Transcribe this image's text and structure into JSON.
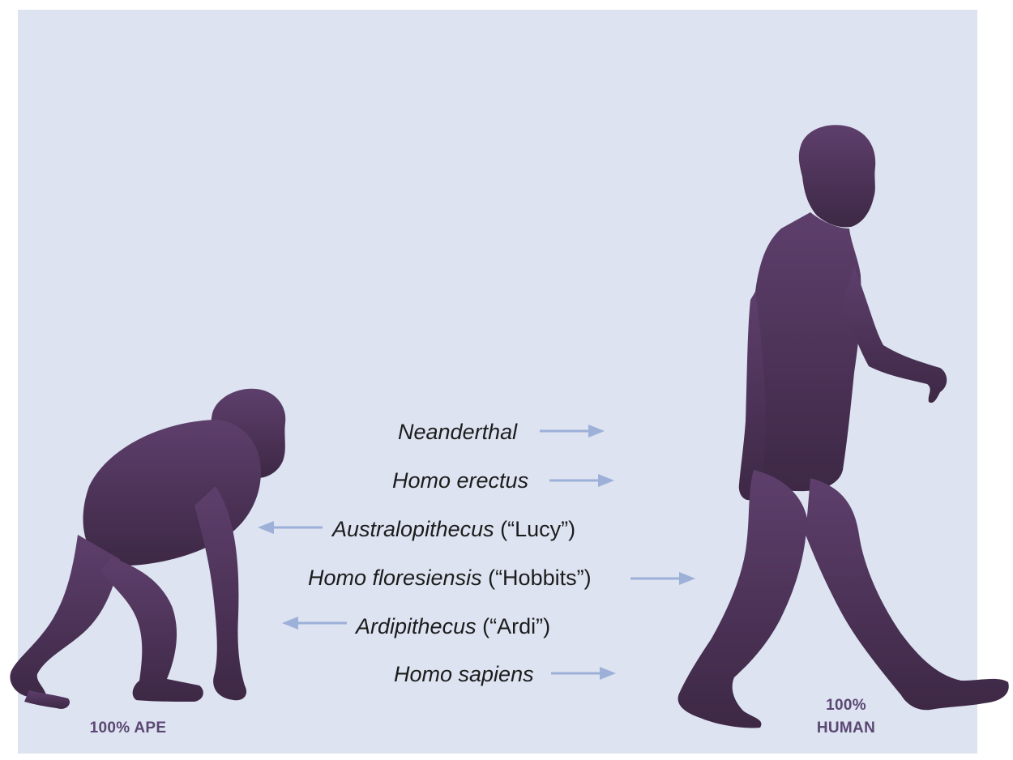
{
  "colors": {
    "background": "#dde3f1",
    "silhouette_top": "#5e3f6c",
    "silhouette_bottom": "#3d2845",
    "arrow": "#9db0d8",
    "caption": "#5a4772"
  },
  "icons": [
    "ape-silhouette",
    "human-silhouette",
    "arrow-right-icon",
    "arrow-left-icon"
  ],
  "species": [
    {
      "name": "Neanderthal",
      "nickname": "",
      "direction": "right"
    },
    {
      "name": "Homo erectus",
      "nickname": "",
      "direction": "right"
    },
    {
      "name": "Australopithecus",
      "nickname": " (“Lucy”)",
      "direction": "left"
    },
    {
      "name": "Homo floresiensis",
      "nickname": " (“Hobbits”)",
      "direction": "right"
    },
    {
      "name": "Ardipithecus",
      "nickname": " (“Ardi”)",
      "direction": "left"
    },
    {
      "name": "Homo sapiens",
      "nickname": "",
      "direction": "right"
    }
  ],
  "labels": {
    "ape": "100% APE",
    "human_line1": "100%",
    "human_line2": "HUMAN"
  }
}
